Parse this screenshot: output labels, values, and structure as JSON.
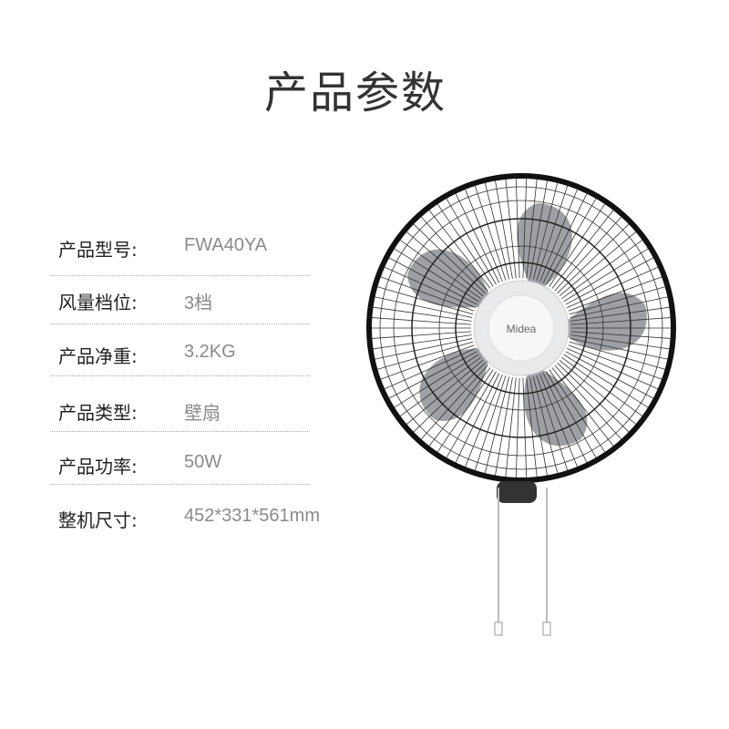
{
  "title": "产品参数",
  "specs": [
    {
      "label": "产品型号:",
      "value": "FWA40YA"
    },
    {
      "label": "风量档位:",
      "value": "3档"
    },
    {
      "label": "产品净重:",
      "value": "3.2KG"
    },
    {
      "label": "产品类型:",
      "value": "壁扇"
    },
    {
      "label": "产品功率:",
      "value": "50W"
    },
    {
      "label": "整机尺寸:",
      "value": "452*331*561mm"
    }
  ],
  "brand": "Midea"
}
